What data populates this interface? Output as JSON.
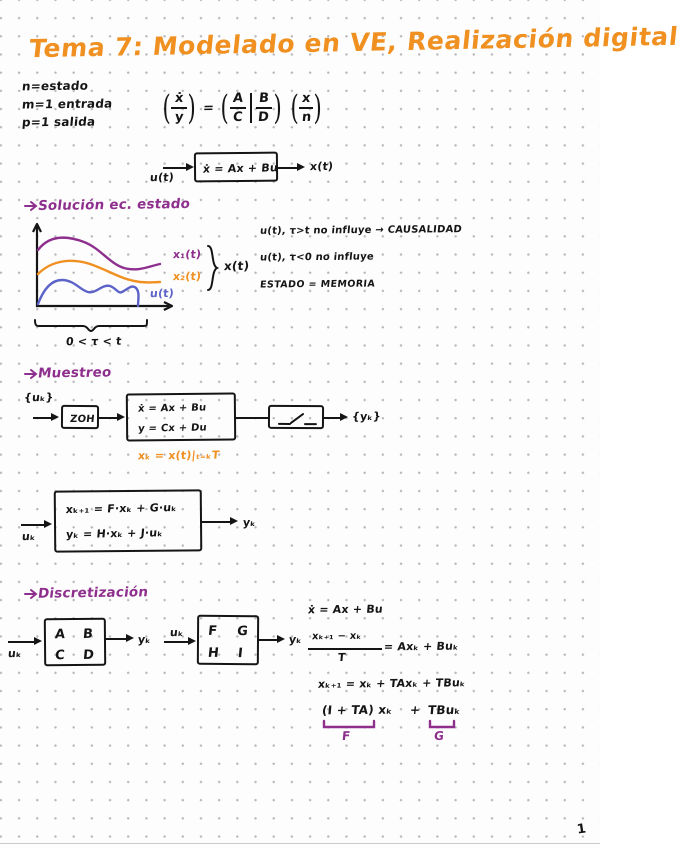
{
  "page": {
    "title": "Tema 7: Modelado en VE, Realización digital",
    "page_number": "1",
    "colors": {
      "orange": "#ef9020",
      "purple": "#8e2f8d",
      "blue": "#5b63c8",
      "ink": "#151515",
      "paper": "#fdfdfd",
      "grid_dot": "#b9b9bd"
    }
  },
  "definitions": {
    "state": "n=estado",
    "input": "m=1 entrada",
    "output": "p=1 salida"
  },
  "matrix_equation": {
    "lhs_top": "ẋ",
    "lhs_bottom": "y",
    "equals": "=",
    "a": "A",
    "b": "B",
    "c": "C",
    "d": "D",
    "rhs_top": "x",
    "rhs_bottom": "n"
  },
  "block_state": {
    "input_label": "u(t)",
    "box_text": "ẋ = Ax + Bu",
    "output_label": "x(t)"
  },
  "section_solution": {
    "heading": "Solución ec. estado",
    "curve_labels": {
      "x1": "x₁(t)",
      "x2": "x₂(t)",
      "u": "u(t)",
      "group": "x(t)"
    },
    "interval": "0 < τ < t",
    "notes": [
      "u(t), τ>t no influye → CAUSALIDAD",
      "u(t), τ<0 no influye",
      "ESTADO = MEMORIA"
    ]
  },
  "section_sampling": {
    "heading": "Muestreo",
    "input_sequence": "{uₖ}",
    "zoh_label": "ZOH",
    "plant_line1": "ẋ = Ax + Bu",
    "plant_line2": "y = Cx + Du",
    "sampler_label": "sampler-symbol",
    "output_sequence": "{yₖ}",
    "sample_relation": "xₖ = x(t)|ₜ₌ₖT"
  },
  "discrete_block": {
    "input_label": "uₖ",
    "line1": "xₖ₊₁ = F·xₖ + G·uₖ",
    "line2": "yₖ = H·xₖ + J·uₖ",
    "output_label": "yₖ"
  },
  "section_discretization": {
    "heading": "Discretización",
    "continuous_box": {
      "input_label": "uₖ",
      "a": "A",
      "b": "B",
      "c": "C",
      "d": "D",
      "output_label": "yₖ"
    },
    "discrete_box": {
      "input_label": "uₖ",
      "f": "F",
      "g": "G",
      "h": "H",
      "i": "I",
      "output_label": "yₖ"
    },
    "derivation": {
      "line1": "ẋ = Ax + Bu",
      "frac_num": "xₖ₊₁ − xₖ",
      "frac_den": "T",
      "frac_rhs": "= Axₖ + Buₖ",
      "line3": "xₖ₊₁ = xₖ + TAxₖ + TBuₖ",
      "line4_left": "(I + TA) xₖ",
      "line4_plus": "+",
      "line4_right": "TBuₖ",
      "brace_f": "F",
      "brace_g": "G"
    }
  }
}
